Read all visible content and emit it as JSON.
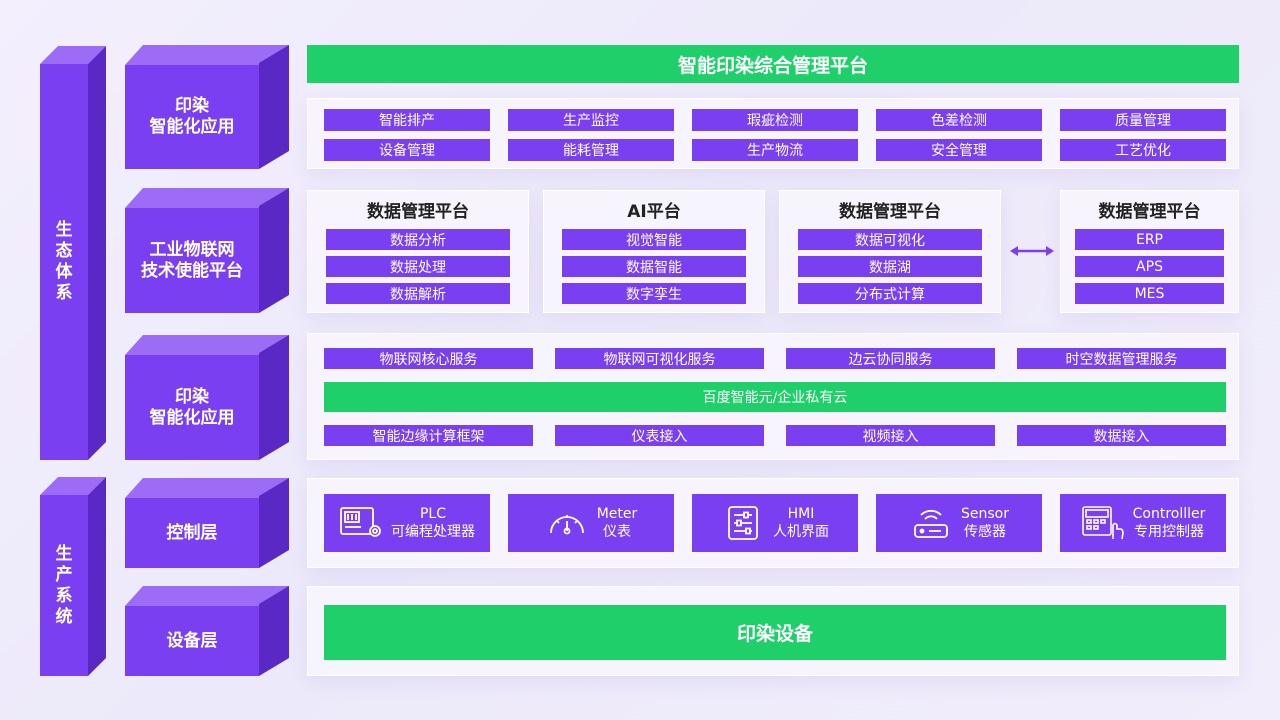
{
  "side_blocks": {
    "ecosystem": "生\n态\n体\n系",
    "production": "生\n产\n系\n统"
  },
  "layer_blocks": {
    "app": "印染\n智能化应用",
    "iot": "工业物联网\n技术使能平台",
    "app2": "印染\n智能化应用",
    "control": "控制层",
    "device": "设备层"
  },
  "top_banner": "智能印染综合管理平台",
  "app_chips": [
    [
      "智能排产",
      "生产监控",
      "瑕疵检测",
      "色差检测",
      "质量管理"
    ],
    [
      "设备管理",
      "能耗管理",
      "生产物流",
      "安全管理",
      "工艺优化"
    ]
  ],
  "platforms": [
    {
      "title": "数据管理平台",
      "items": [
        "数据分析",
        "数据处理",
        "数据解析"
      ]
    },
    {
      "title": "AI平台",
      "items": [
        "视觉智能",
        "数据智能",
        "数字孪生"
      ]
    },
    {
      "title": "数据管理平台",
      "items": [
        "数据可视化",
        "数据湖",
        "分布式计算"
      ]
    },
    {
      "title": "数据管理平台",
      "items": [
        "ERP",
        "APS",
        "MES"
      ]
    }
  ],
  "services": [
    "物联网核心服务",
    "物联网可视化服务",
    "边云协同服务",
    "时空数据管理服务"
  ],
  "cloud_banner": "百度智能元/企业私有云",
  "access": [
    "智能边缘计算框架",
    "仪表接入",
    "视频接入",
    "数据接入"
  ],
  "controls": [
    {
      "en": "PLC",
      "zh": "可编程处理器",
      "icon": "plc-icon"
    },
    {
      "en": "Meter",
      "zh": "仪表",
      "icon": "gauge-icon"
    },
    {
      "en": "HMI",
      "zh": "人机界面",
      "icon": "sliders-icon"
    },
    {
      "en": "Sensor",
      "zh": "传感器",
      "icon": "wifi-router-icon"
    },
    {
      "en": "Controlller",
      "zh": "专用控制器",
      "icon": "keypad-icon"
    }
  ],
  "device_banner": "印染设备",
  "colors": {
    "purple": "#7b3ff2",
    "green": "#1fd06a"
  }
}
